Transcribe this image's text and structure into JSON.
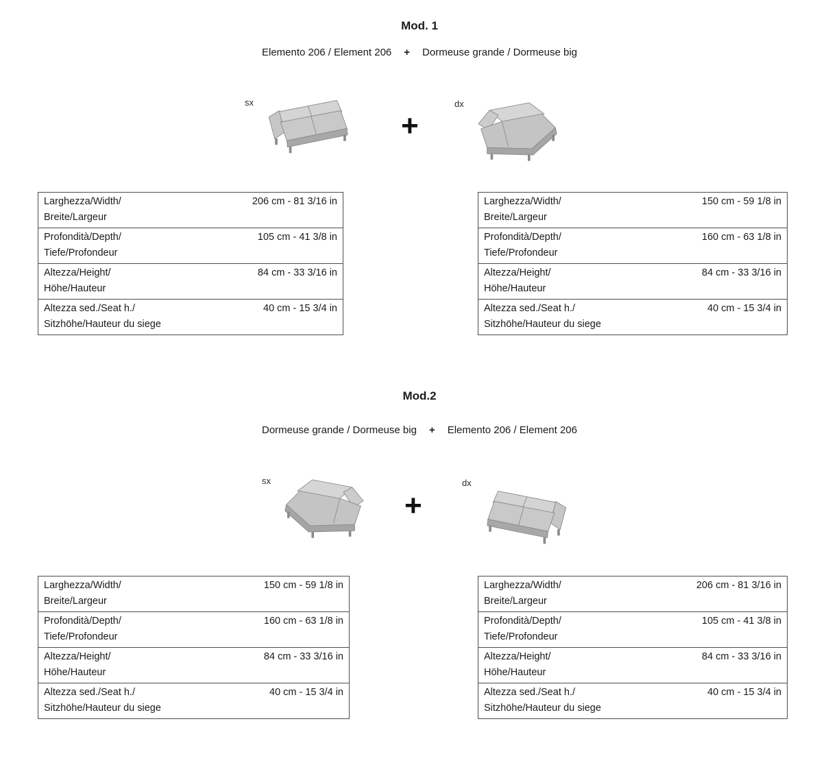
{
  "colors": {
    "text": "#1a1a1a",
    "table_border": "#4d4d4d",
    "sofa_back": "#d4d4d4",
    "sofa_arm": "#c6c6c6",
    "sofa_seat": "#c9c9c9",
    "sofa_base": "#a8a8a8",
    "sofa_stroke": "#8c8c8c"
  },
  "mod1": {
    "title": "Mod. 1",
    "subtitle": {
      "left": "Elemento 206 / Element 206",
      "plus": "+",
      "right": "Dormeuse grande / Dormeuse big"
    },
    "sx_label": "sx",
    "dx_label": "dx",
    "plus_sign": "+",
    "left_table": {
      "rows": [
        {
          "label1": "Larghezza/Width/",
          "label2": "Breite/Largeur",
          "value": "206 cm - 81 3/16 in"
        },
        {
          "label1": "Profondità/Depth/",
          "label2": "Tiefe/Profondeur",
          "value": "105 cm - 41 3/8 in"
        },
        {
          "label1": "Altezza/Height/",
          "label2": "Höhe/Hauteur",
          "value": "84 cm - 33 3/16 in"
        },
        {
          "label1": "Altezza sed./Seat h./",
          "label2": "Sitzhöhe/Hauteur du siege",
          "value": "40 cm - 15 3/4 in"
        }
      ]
    },
    "right_table": {
      "rows": [
        {
          "label1": "Larghezza/Width/",
          "label2": "Breite/Largeur",
          "value": "150 cm - 59 1/8 in"
        },
        {
          "label1": "Profondità/Depth/",
          "label2": "Tiefe/Profondeur",
          "value": "160 cm - 63 1/8 in"
        },
        {
          "label1": "Altezza/Height/",
          "label2": "Höhe/Hauteur",
          "value": "84 cm - 33 3/16 in"
        },
        {
          "label1": "Altezza sed./Seat h./",
          "label2": "Sitzhöhe/Hauteur du siege",
          "value": "40 cm - 15 3/4 in"
        }
      ]
    }
  },
  "mod2": {
    "title": "Mod.2",
    "subtitle": {
      "left": "Dormeuse grande / Dormeuse big",
      "plus": "+",
      "right": "Elemento 206 / Element 206"
    },
    "sx_label": "sx",
    "dx_label": "dx",
    "plus_sign": "+",
    "left_table": {
      "rows": [
        {
          "label1": "Larghezza/Width/",
          "label2": "Breite/Largeur",
          "value": "150 cm - 59 1/8 in"
        },
        {
          "label1": "Profondità/Depth/",
          "label2": "Tiefe/Profondeur",
          "value": "160 cm - 63 1/8 in"
        },
        {
          "label1": "Altezza/Height/",
          "label2": "Höhe/Hauteur",
          "value": "84 cm - 33 3/16 in"
        },
        {
          "label1": "Altezza sed./Seat h./",
          "label2": "Sitzhöhe/Hauteur du siege",
          "value": "40 cm - 15 3/4 in"
        }
      ]
    },
    "right_table": {
      "rows": [
        {
          "label1": "Larghezza/Width/",
          "label2": "Breite/Largeur",
          "value": "206 cm - 81 3/16 in"
        },
        {
          "label1": "Profondità/Depth/",
          "label2": "Tiefe/Profondeur",
          "value": "105 cm - 41 3/8 in"
        },
        {
          "label1": "Altezza/Height/",
          "label2": "Höhe/Hauteur",
          "value": "84 cm - 33 3/16 in"
        },
        {
          "label1": "Altezza sed./Seat h./",
          "label2": "Sitzhöhe/Hauteur du siege",
          "value": "40 cm - 15 3/4 in"
        }
      ]
    }
  }
}
